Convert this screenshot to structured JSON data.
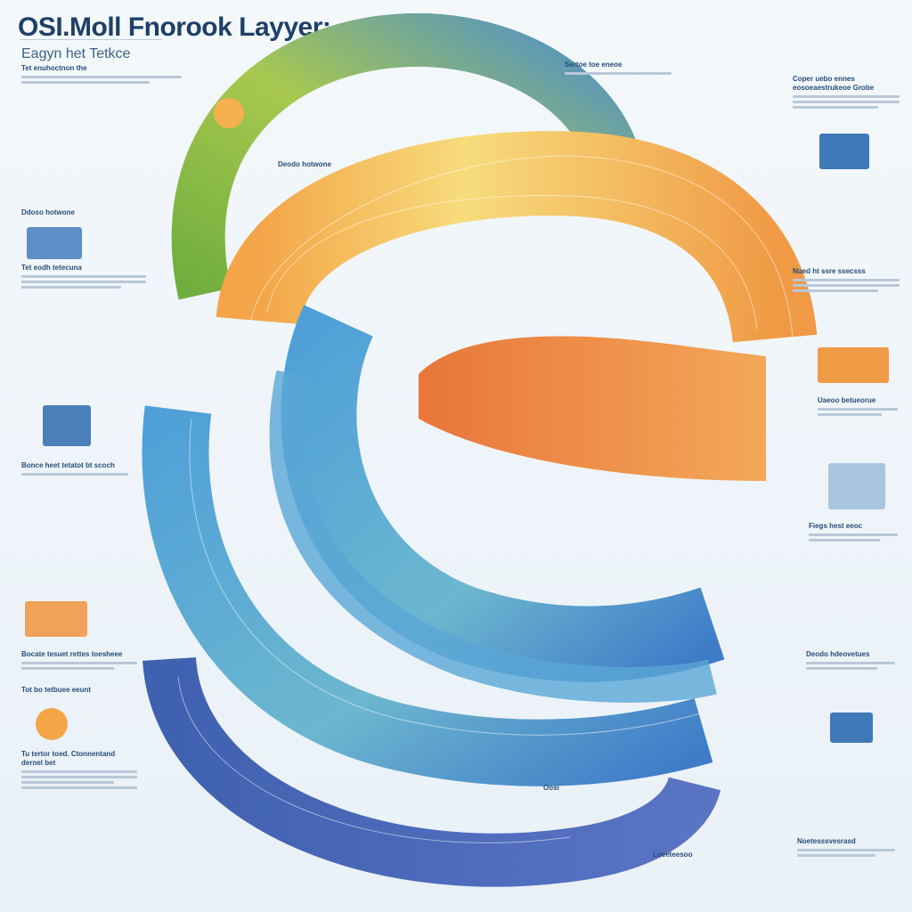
{
  "header": {
    "title": "OSI.Moll Fnorook Layyer:",
    "subtitle": "Eagyn het Tetkce"
  },
  "left_blocks": [
    {
      "heading": "Tet enuhoctnon the"
    },
    {
      "heading": "Ddoso hotwone"
    },
    {
      "heading": "Tet eodh  tetecuna"
    },
    {
      "heading": "Bonce heet tetatot bt scoch"
    },
    {
      "heading": "Bocate tesuet rettes toesheee"
    },
    {
      "heading": "Tot bo tetbuee eeunt"
    },
    {
      "heading": "Tu tertor toed. Ctonnentand dernel bet"
    }
  ],
  "right_blocks": [
    {
      "heading": "Sertoe toe eneoe"
    },
    {
      "heading": "Coper uebo ennes eosoeaestrukeoe Grobe"
    },
    {
      "heading": "Nued ht ssre ssecsss"
    },
    {
      "heading": "Uaeoo betueorue"
    },
    {
      "heading": "Fiegs hest eeoc"
    },
    {
      "heading": "Deodo hdeovetues"
    },
    {
      "heading": "Noetesssvesrasd"
    }
  ],
  "center_labels": [
    {
      "text": "Deodo hotwone"
    },
    {
      "text": "Oosi"
    },
    {
      "text": "Loeeteesoo"
    }
  ],
  "colors": {
    "green": "#7fb342",
    "yellow": "#f5d76e",
    "orange": "#ef8c3c",
    "blue": "#3f8fcf",
    "navy": "#3b5ea8",
    "text": "#1d4066"
  }
}
